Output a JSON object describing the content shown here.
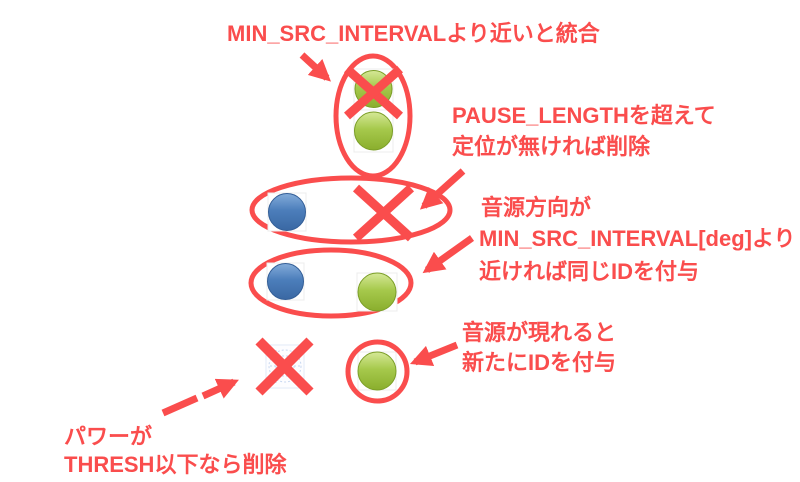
{
  "title": "音源ID付与・統合・削除ルールの説明図",
  "colors": {
    "accent_red": "#FA4D4D",
    "source_green": "#9FC244",
    "source_blue": "#4678B5",
    "ghost_blue": "#C7D7F0",
    "background": "#FFFFFF"
  },
  "icons": {
    "x_mark": "red-x-delete-icon",
    "green_dot": "green-source-circle",
    "blue_dot": "blue-source-circle",
    "ellipse": "red-grouping-ellipse",
    "ring": "red-highlight-ring",
    "arrow": "red-annotation-arrow",
    "ghost_box": "faded-deleted-source"
  },
  "labels": {
    "merge": {
      "line1": "MIN_SRC_INTERVALより近いと統合"
    },
    "pause_delete": {
      "line1": "PAUSE_LENGTHを超えて",
      "line2": "定位が無ければ削除"
    },
    "same_id": {
      "line1": "音源方向が",
      "line2": "MIN_SRC_INTERVAL[deg]より",
      "line3": "近ければ同じIDを付与"
    },
    "new_id": {
      "line1": "音源が現れると",
      "line2": "新たにIDを付与"
    },
    "power_delete": {
      "line1": "パワーが",
      "line2": "THRESH以下なら削除"
    }
  }
}
